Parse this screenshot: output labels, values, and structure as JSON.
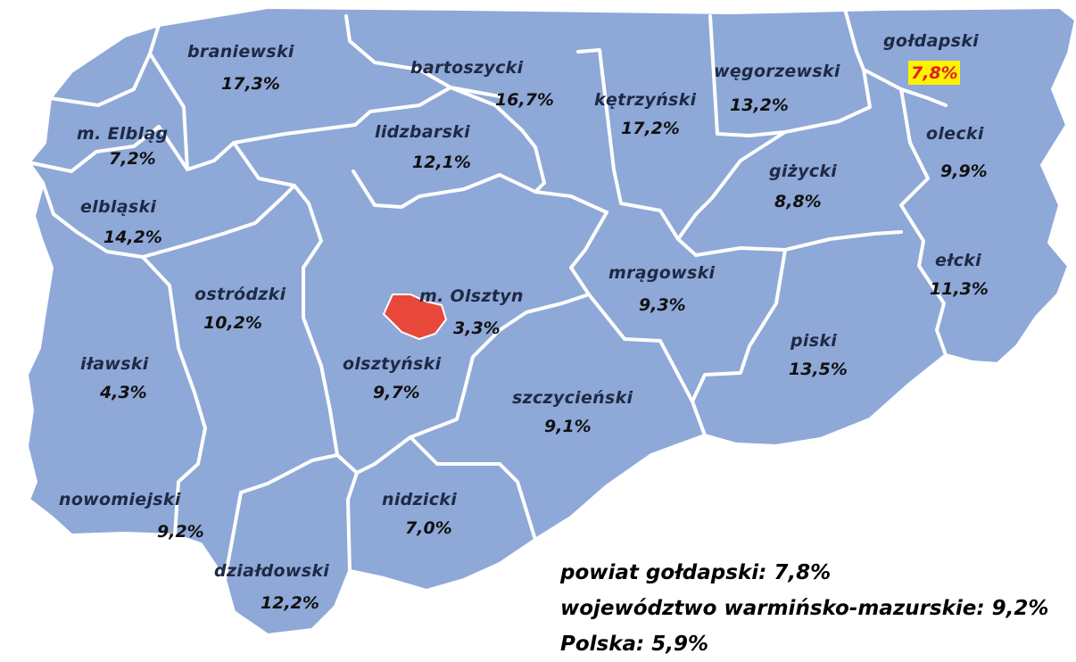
{
  "regions": [
    {
      "id": "braniewski",
      "name": "braniewski",
      "pct": "17,3%"
    },
    {
      "id": "bartoszycki",
      "name": "bartoszycki",
      "pct": "16,7%"
    },
    {
      "id": "ketrzynski",
      "name": "kętrzyński",
      "pct": "17,2%"
    },
    {
      "id": "wegorzewski",
      "name": "węgorzewski",
      "pct": "13,2%"
    },
    {
      "id": "goldapski",
      "name": "gołdapski",
      "pct": "7,8%",
      "highlight": true
    },
    {
      "id": "m-elblag",
      "name": "m. Elbląg",
      "pct": "7,2%"
    },
    {
      "id": "lidzbarski",
      "name": "lidzbarski",
      "pct": "12,1%"
    },
    {
      "id": "olecki",
      "name": "olecki",
      "pct": "9,9%"
    },
    {
      "id": "gizycki",
      "name": "giżycki",
      "pct": "8,8%"
    },
    {
      "id": "elblaski",
      "name": "elbląski",
      "pct": "14,2%"
    },
    {
      "id": "elcki",
      "name": "ełcki",
      "pct": "11,3%"
    },
    {
      "id": "mragowski",
      "name": "mrągowski",
      "pct": "9,3%"
    },
    {
      "id": "ostrodzki",
      "name": "ostródzki",
      "pct": "10,2%"
    },
    {
      "id": "m-olsztyn",
      "name": "m. Olsztyn",
      "pct": "3,3%"
    },
    {
      "id": "piski",
      "name": "piski",
      "pct": "13,5%"
    },
    {
      "id": "ilawski",
      "name": "iławski",
      "pct": "4,3%"
    },
    {
      "id": "olsztynski",
      "name": "olsztyński",
      "pct": "9,7%"
    },
    {
      "id": "szczycienski",
      "name": "szczycieński",
      "pct": "9,1%"
    },
    {
      "id": "nowomiejski",
      "name": "nowomiejski",
      "pct": "9,2%"
    },
    {
      "id": "nidzicki",
      "name": "nidzicki",
      "pct": "7,0%"
    },
    {
      "id": "dzialdowski",
      "name": "działdowski",
      "pct": "12,2%"
    }
  ],
  "summary": {
    "line1": "powiat gołdapski: 7,8%",
    "line2": "województwo warmińsko-mazurskie: 9,2%",
    "line3": "Polska: 5,9%"
  },
  "colors": {
    "region_fill": "#8EA8D8",
    "border": "#FFFFFF",
    "city_fill": "#E8483A",
    "highlight_bg": "#FFF200",
    "highlight_text": "#E02020"
  }
}
